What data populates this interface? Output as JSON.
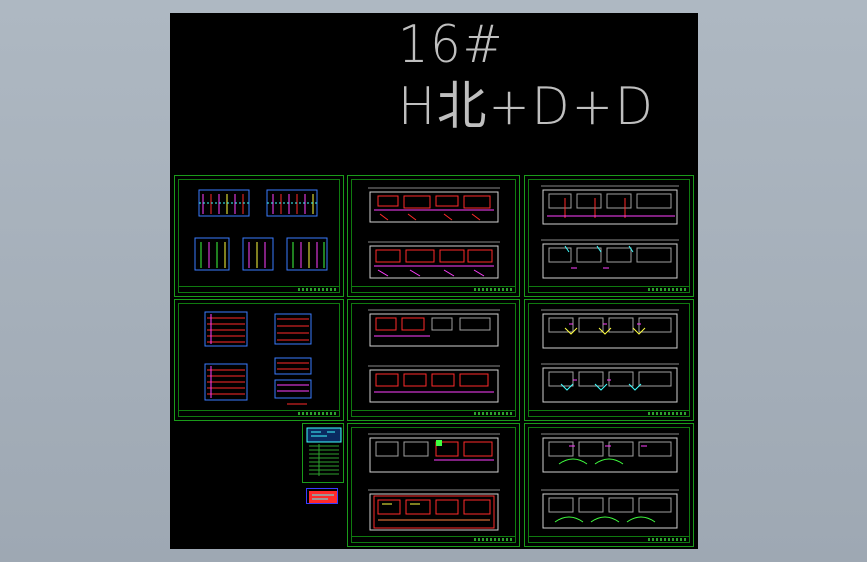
{
  "drawing": {
    "title_line1": "16#",
    "title_line2": "H北+D+D"
  },
  "colors": {
    "background": "#a6b0ba",
    "model_space": "#000000",
    "frame": "#1a9b1a",
    "title_text": "#bfbfbf",
    "wall": "#d0d0d0",
    "red": "#ff2a2a",
    "magenta": "#ff40ff",
    "yellow": "#ffff40",
    "cyan": "#40ffff",
    "blue": "#4040ff",
    "green": "#40ff40"
  },
  "sheets": [
    {
      "id": "elev-a",
      "kind": "elevations"
    },
    {
      "id": "plan-1",
      "kind": "plan-red"
    },
    {
      "id": "plan-2",
      "kind": "plan-grey"
    },
    {
      "id": "section",
      "kind": "sections"
    },
    {
      "id": "plan-3",
      "kind": "plan-red"
    },
    {
      "id": "plan-4",
      "kind": "plan-grey"
    },
    {
      "id": "plan-5",
      "kind": "plan-mixed"
    },
    {
      "id": "plan-6",
      "kind": "plan-grey"
    }
  ]
}
